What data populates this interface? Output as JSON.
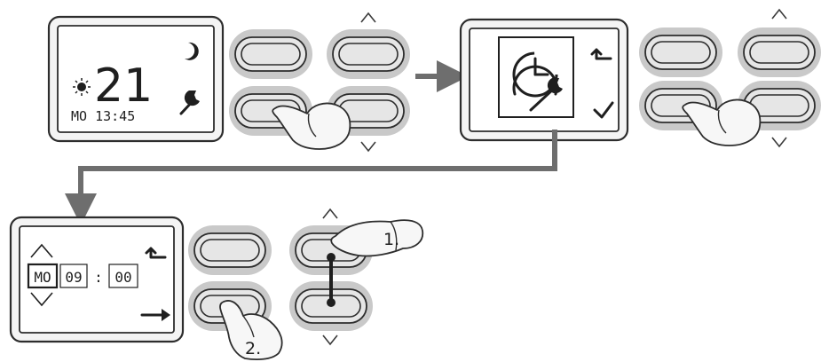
{
  "panel1": {
    "temperature": "21",
    "day_time": "MO 13:45",
    "icons": [
      "sun-icon",
      "moon-icon",
      "wrench-icon"
    ]
  },
  "panel2": {
    "icons": [
      "clock-wrench-icon",
      "back-arrow-icon",
      "checkmark-icon"
    ]
  },
  "panel3": {
    "day": "MO",
    "hours": "09",
    "separator": ":",
    "minutes": "00",
    "icons": [
      "up-down-arrows-icon",
      "back-arrow-icon",
      "right-arrow-icon"
    ]
  },
  "steps": {
    "step1": "1.",
    "step2": "2."
  },
  "colors": {
    "line": "#2d2d2d",
    "button_halo": "#c9c9c9",
    "flow_arrow": "#6e6e6e"
  }
}
